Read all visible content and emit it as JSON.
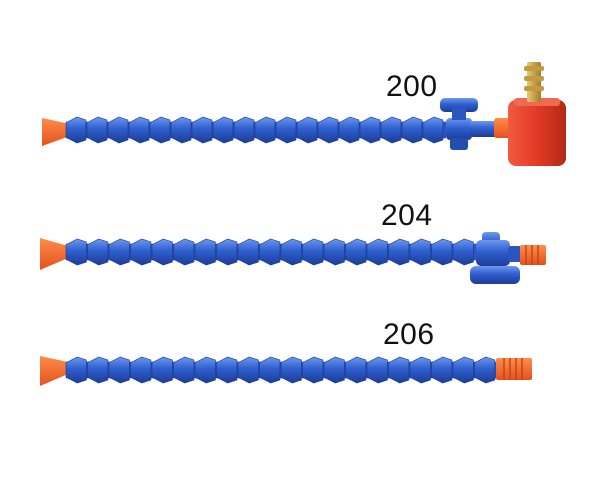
{
  "products": [
    {
      "model": "200",
      "fitting": "valve-with-magnetic-base"
    },
    {
      "model": "204",
      "fitting": "valve-with-threaded-connector"
    },
    {
      "model": "206",
      "fitting": "threaded-connector"
    }
  ],
  "colors": {
    "hose_segment": "#2f5fcf",
    "hose_segment_light": "#5b8ae8",
    "hose_segment_dark": "#1f3f9a",
    "nozzle": "#ff6a2a",
    "nozzle_dark": "#e0501a",
    "base": "#e8412c",
    "base_dark": "#b32a1a",
    "barb": "#c9a24a",
    "background": "#ffffff"
  }
}
